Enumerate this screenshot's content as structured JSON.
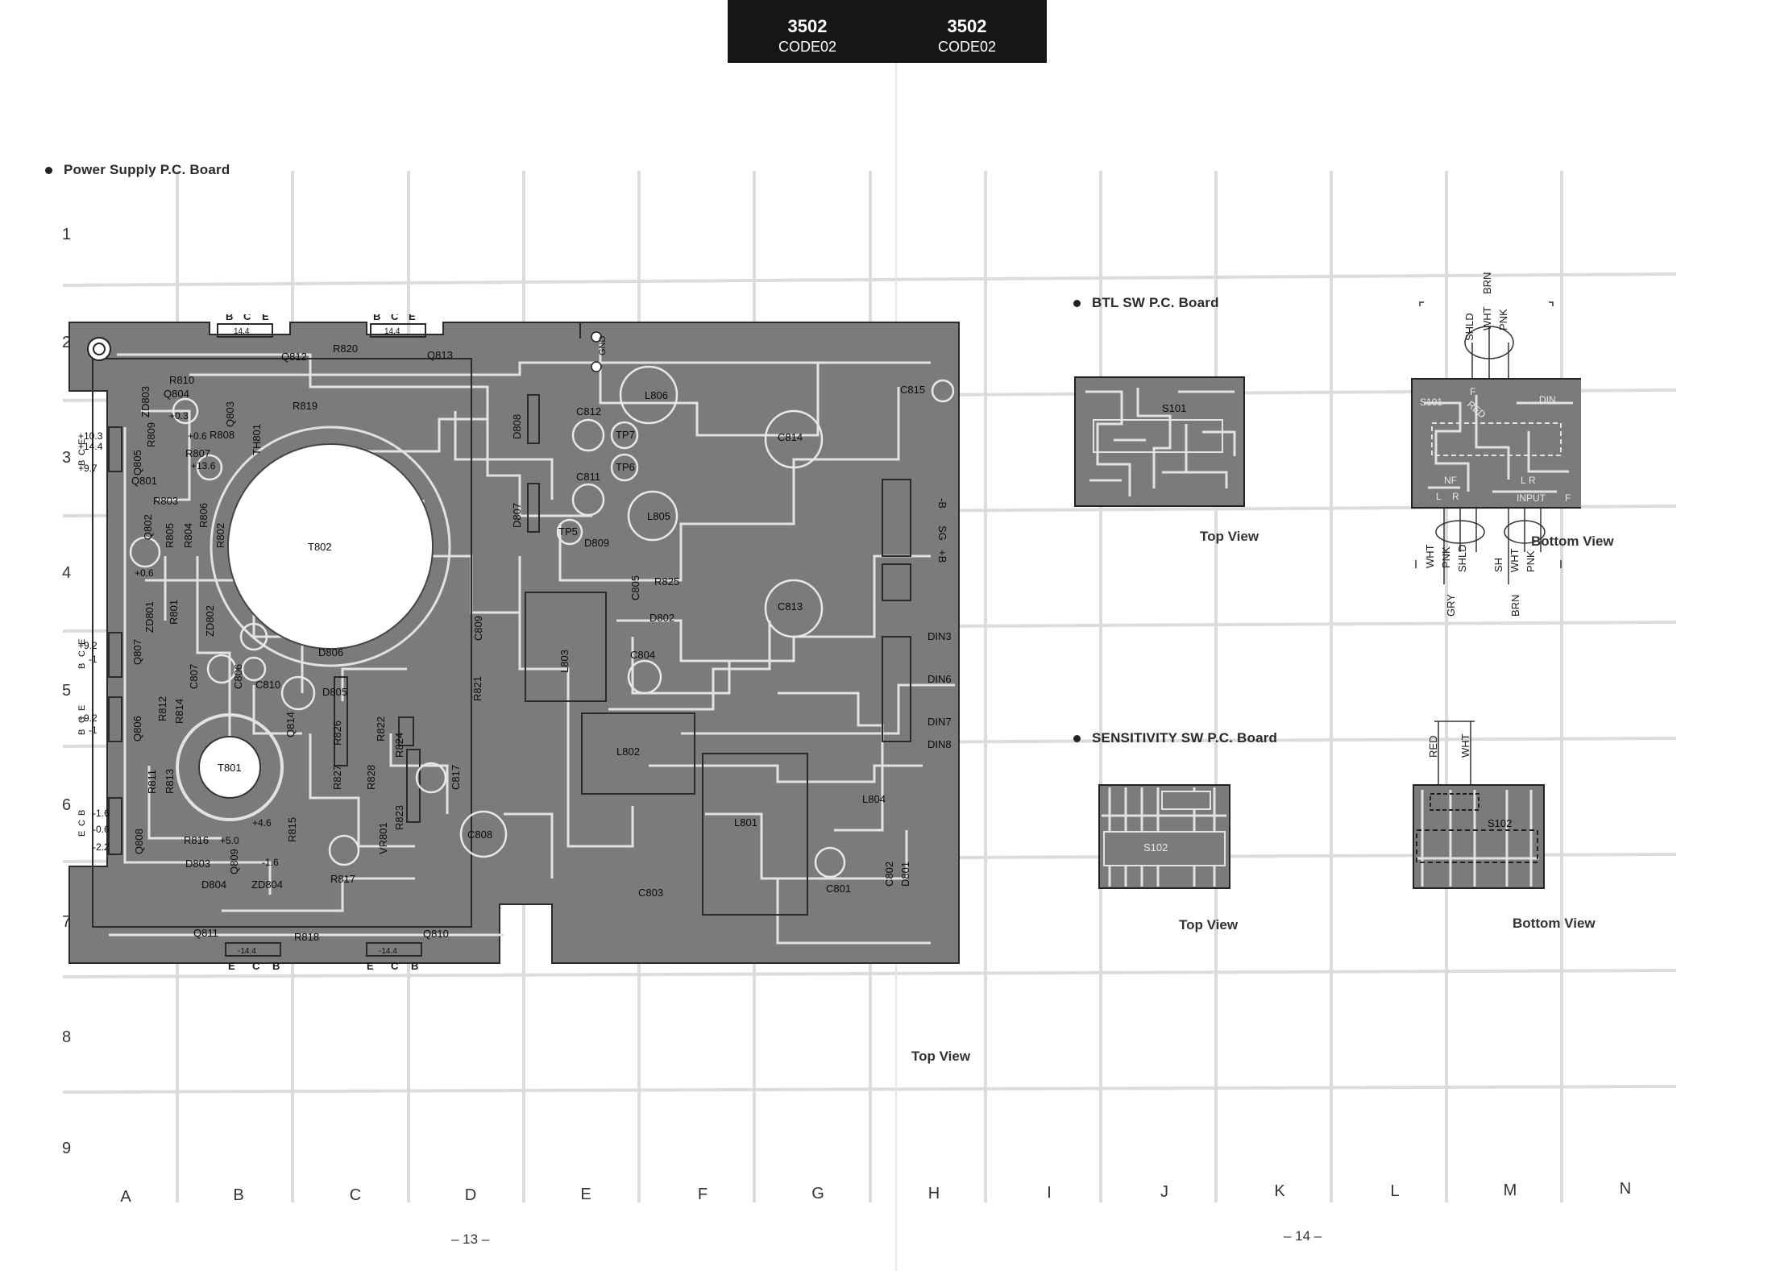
{
  "header": [
    {
      "model": "3502",
      "code": "CODE02"
    },
    {
      "model": "3502",
      "code": "CODE02"
    }
  ],
  "sections": {
    "power": "Power Supply P.C. Board",
    "btl": "BTL SW P.C. Board",
    "sens": "SENSITIVITY SW P.C. Board"
  },
  "grid": {
    "columns": [
      "A",
      "B",
      "C",
      "D",
      "E",
      "F",
      "G",
      "H",
      "I",
      "J",
      "K",
      "L",
      "M",
      "N"
    ],
    "rows": [
      "1",
      "2",
      "3",
      "4",
      "5",
      "6",
      "7",
      "8",
      "9"
    ]
  },
  "views": {
    "power_top": "Top View",
    "btl_top": "Top View",
    "btl_bottom": "Bottom View",
    "sens_top": "Top View",
    "sens_bottom": "Bottom View"
  },
  "pages": {
    "left": "– 13 –",
    "right": "– 14 –"
  },
  "power_board": {
    "terminals": {
      "bce": [
        "B",
        "C",
        "E"
      ],
      "ecb": [
        "E",
        "C",
        "B"
      ]
    },
    "volts": {
      "v144": "14.4"
    },
    "components": {
      "Q812": "Q812",
      "R820": "R820",
      "Q813": "Q813",
      "R810": "R810",
      "Q804": "Q804",
      "ZD803": "ZD803",
      "R809": "R809",
      "Q803": "Q803",
      "R819": "R819",
      "R808": "R808",
      "R807": "R807",
      "TH801": "TH801",
      "Q805": "Q805",
      "Q801": "Q801",
      "R803": "R803",
      "R806": "R806",
      "Q802": "Q802",
      "R805": "R805",
      "R804": "R804",
      "R802": "R802",
      "T802": "T802",
      "ZD801": "ZD801",
      "R801": "R801",
      "ZD802": "ZD802",
      "Q807": "Q807",
      "C807": "C807",
      "C806": "C806",
      "C810": "C810",
      "D806": "D806",
      "D805": "D805",
      "R812": "R812",
      "R814": "R814",
      "Q806": "Q806",
      "T801": "T801",
      "Q814": "Q814",
      "R826": "R826",
      "R822": "R822",
      "R824": "R824",
      "R827": "R827",
      "R828": "R828",
      "R823": "R823",
      "C817": "C817",
      "R811": "R811",
      "R813": "R813",
      "R815": "R815",
      "VR801": "VR801",
      "Q808": "Q808",
      "R816": "R816",
      "Q809": "Q809",
      "D803": "D803",
      "D804": "D804",
      "ZD804": "ZD804",
      "R817": "R817",
      "Q811": "Q811",
      "R818": "R818",
      "Q810": "Q810",
      "D808": "D808",
      "D807": "D807",
      "C812": "C812",
      "TP7": "TP7",
      "TP6": "TP6",
      "C811": "C811",
      "TP5": "TP5",
      "L806": "L806",
      "L805": "L805",
      "D809": "D809",
      "C814": "C814",
      "C815": "C815",
      "C813": "C813",
      "C809": "C809",
      "R825": "R825",
      "C805": "C805",
      "D802": "D802",
      "L803": "L803",
      "C804": "C804",
      "R821": "R821",
      "L802": "L802",
      "C808": "C808",
      "L801": "L801",
      "L804": "L804",
      "C803": "C803",
      "C801": "C801",
      "C802": "C802",
      "D801": "D801",
      "GND": "GND",
      "mB": "-B",
      "SG": "SG",
      "pB": "+B",
      "DIN3": "DIN3",
      "DIN6": "DIN6",
      "DIN7": "DIN7",
      "DIN8": "DIN8"
    },
    "voltages": {
      "v1": "+10.3",
      "v2": "+14.4",
      "v3": "+9.7",
      "v4": "+0.3",
      "v5": "+0.6",
      "v6": "+13.6",
      "v7": "+0.6",
      "v8": "+9.2",
      "v9": "-1",
      "v10": "+9.2",
      "v11": "-1",
      "v12": "-1.6",
      "v13": "-0.6",
      "v14": "-2.2",
      "v15": "+5.0",
      "v16": "+4.6",
      "v17": "-1.6",
      "v18": "-14.4",
      "v19": "-14.4"
    }
  },
  "btl_board": {
    "top": {
      "s": "S101"
    },
    "bottom": {
      "s": "S101",
      "red": "RED",
      "din": "DIN",
      "f": "F",
      "nf": "NF",
      "l": "L",
      "r": "R",
      "input": "INPUT",
      "f2": "F",
      "wires_top": [
        "SHLD",
        "WHT",
        "BRN",
        "PNK"
      ],
      "wires_bottom": [
        "WHT",
        "PNK",
        "SHLD",
        "SH",
        "WHT",
        "PNK",
        "GRY",
        "BRN"
      ]
    }
  },
  "sens_board": {
    "top": {
      "s": "S102"
    },
    "bottom": {
      "s": "S102",
      "wires": [
        "RED",
        "WHT"
      ]
    }
  }
}
